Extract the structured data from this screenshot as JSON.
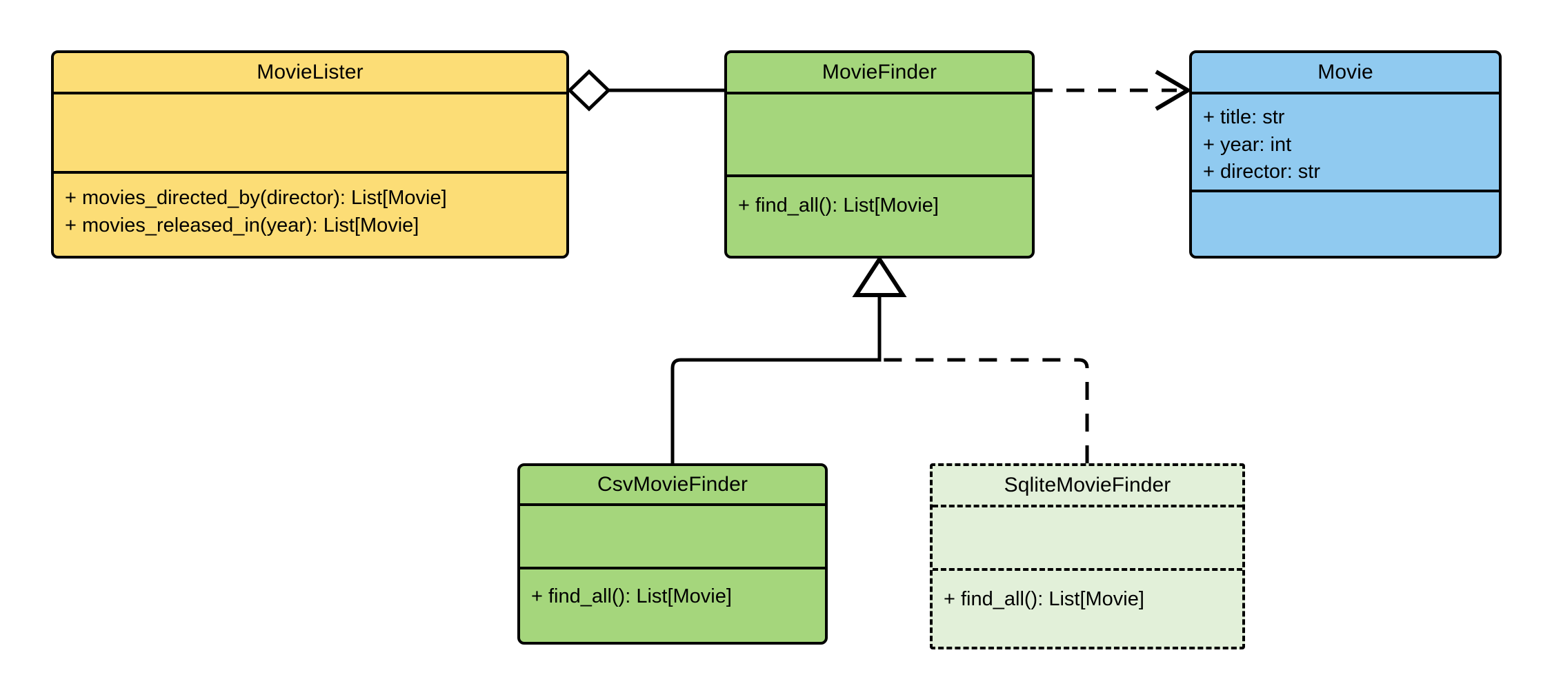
{
  "diagram": {
    "type": "uml-class-diagram",
    "title": "Movie finder dependency injection class diagram",
    "background_color": "#ffffff",
    "line_color": "#000000",
    "classes": [
      {
        "id": "movielister",
        "name": "MovieLister",
        "fill_color": "#FCDD76",
        "border_style": "solid",
        "attributes": [],
        "methods": [
          "+ movies_directed_by(director): List[Movie]",
          "+ movies_released_in(year): List[Movie]"
        ]
      },
      {
        "id": "moviefinder",
        "name": "MovieFinder",
        "fill_color": "#A5D67C",
        "border_style": "solid",
        "attributes": [],
        "methods": [
          "+ find_all(): List[Movie]"
        ]
      },
      {
        "id": "movie",
        "name": "Movie",
        "fill_color": "#90CAF0",
        "border_style": "solid",
        "attributes": [
          "+ title: str",
          "+ year: int",
          "+ director: str"
        ],
        "methods": []
      },
      {
        "id": "csvmoviefinder",
        "name": "CsvMovieFinder",
        "fill_color": "#A5D67C",
        "border_style": "solid",
        "attributes": [],
        "methods": [
          "+ find_all(): List[Movie]"
        ]
      },
      {
        "id": "sqlitemoviefinder",
        "name": "SqliteMovieFinder",
        "fill_color": "#E2F0D9",
        "border_style": "dashed",
        "attributes": [],
        "methods": [
          "+ find_all(): List[Movie]"
        ]
      }
    ],
    "relationships": [
      {
        "id": "movielister-aggregates-moviefinder",
        "kind": "aggregation",
        "source": "MovieLister",
        "target": "MovieFinder",
        "line_style": "solid",
        "source_marker": "hollow-diamond",
        "target_marker": "none",
        "label": ""
      },
      {
        "id": "moviefinder-depends-movie",
        "kind": "dependency",
        "source": "MovieFinder",
        "target": "Movie",
        "line_style": "dashed",
        "source_marker": "none",
        "target_marker": "open-arrow",
        "label": ""
      },
      {
        "id": "csvmoviefinder-inherits-moviefinder",
        "kind": "generalization",
        "source": "CsvMovieFinder",
        "target": "MovieFinder",
        "line_style": "solid",
        "source_marker": "none",
        "target_marker": "hollow-triangle",
        "label": ""
      },
      {
        "id": "sqlitemoviefinder-inherits-moviefinder",
        "kind": "generalization",
        "source": "SqliteMovieFinder",
        "target": "MovieFinder",
        "line_style": "dashed",
        "source_marker": "none",
        "target_marker": "hollow-triangle",
        "label": ""
      }
    ]
  }
}
